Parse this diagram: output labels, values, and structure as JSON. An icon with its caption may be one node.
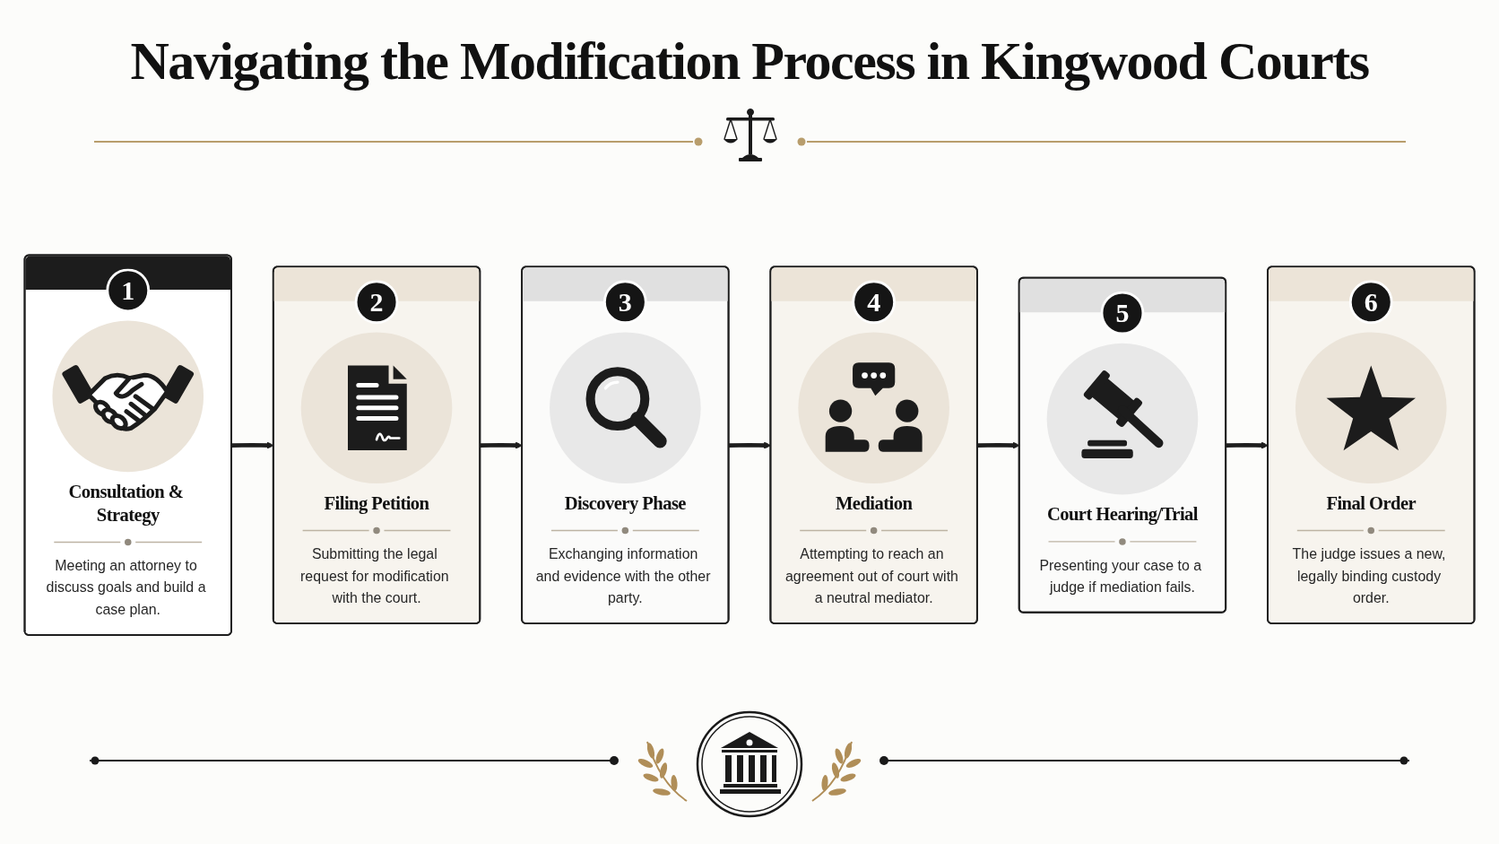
{
  "diagram": {
    "title": "Navigating the Modification Process in Kingwood Courts",
    "nodes": [
      {
        "text": [
          "1",
          "Consultation & Strategy",
          "Meeting an attorney to discuss goals and build a case plan."
        ]
      },
      {
        "text": [
          "2",
          "Filing Petition",
          "Submitting the legal request for modification with the court."
        ]
      },
      {
        "text": [
          "3",
          "Discovery Phase",
          "Exchanging information and evidence with the other party."
        ]
      },
      {
        "text": [
          "4",
          "Mediation",
          "Attempting to reach an agreement out of court with a neutral mediator."
        ]
      },
      {
        "text": [
          "5",
          "Court Hearing/Trial",
          "Presenting your case to a judge if mediation fails."
        ]
      },
      {
        "text": [
          "6",
          "Final Order",
          "The judge issues a new, legally binding custody order."
        ]
      }
    ],
    "edges": [
      {
        "from": 0,
        "to": 1,
        "arrow": "to"
      },
      {
        "from": 1,
        "to": 2,
        "arrow": "to"
      },
      {
        "from": 2,
        "to": 3,
        "arrow": "to"
      },
      {
        "from": 3,
        "to": 4,
        "arrow": "to"
      },
      {
        "from": 4,
        "to": 5,
        "arrow": "to"
      }
    ]
  }
}
